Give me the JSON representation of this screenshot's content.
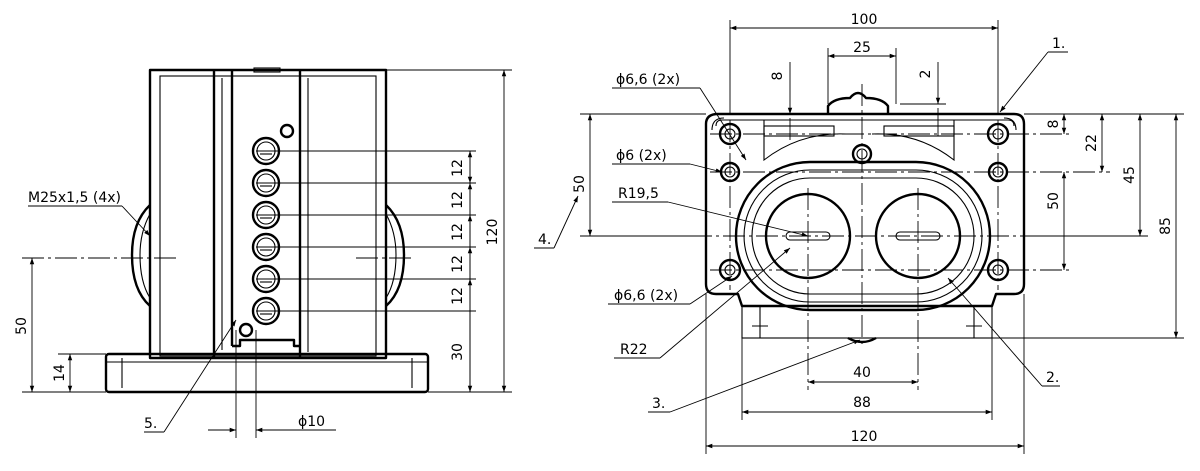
{
  "side_view": {
    "dim_pitch": "12",
    "dim_height": "120",
    "dim_lower": "30",
    "dim_50": "50",
    "dim_14": "14",
    "dim_hole": "ϕ10",
    "label_thread": "M25x1,5 (4x)",
    "label_item_5": "5."
  },
  "top_view": {
    "dim_100": "100",
    "dim_25": "25",
    "dim_8_top": "8",
    "dim_2": "2",
    "dim_8_right": "8",
    "dim_22": "22",
    "dim_45": "45",
    "dim_50_right": "50",
    "dim_85": "85",
    "dim_50_left": "50",
    "dim_40": "40",
    "dim_88": "88",
    "dim_120": "120",
    "label_hole_66_top": "ϕ6,6 (2x)",
    "label_hole_6": "ϕ6 (2x)",
    "label_r195": "R19,5",
    "label_hole_66_bottom": "ϕ6,6 (2x)",
    "label_r22": "R22",
    "label_item_1": "1.",
    "label_item_2": "2.",
    "label_item_3": "3.",
    "label_item_4": "4."
  }
}
